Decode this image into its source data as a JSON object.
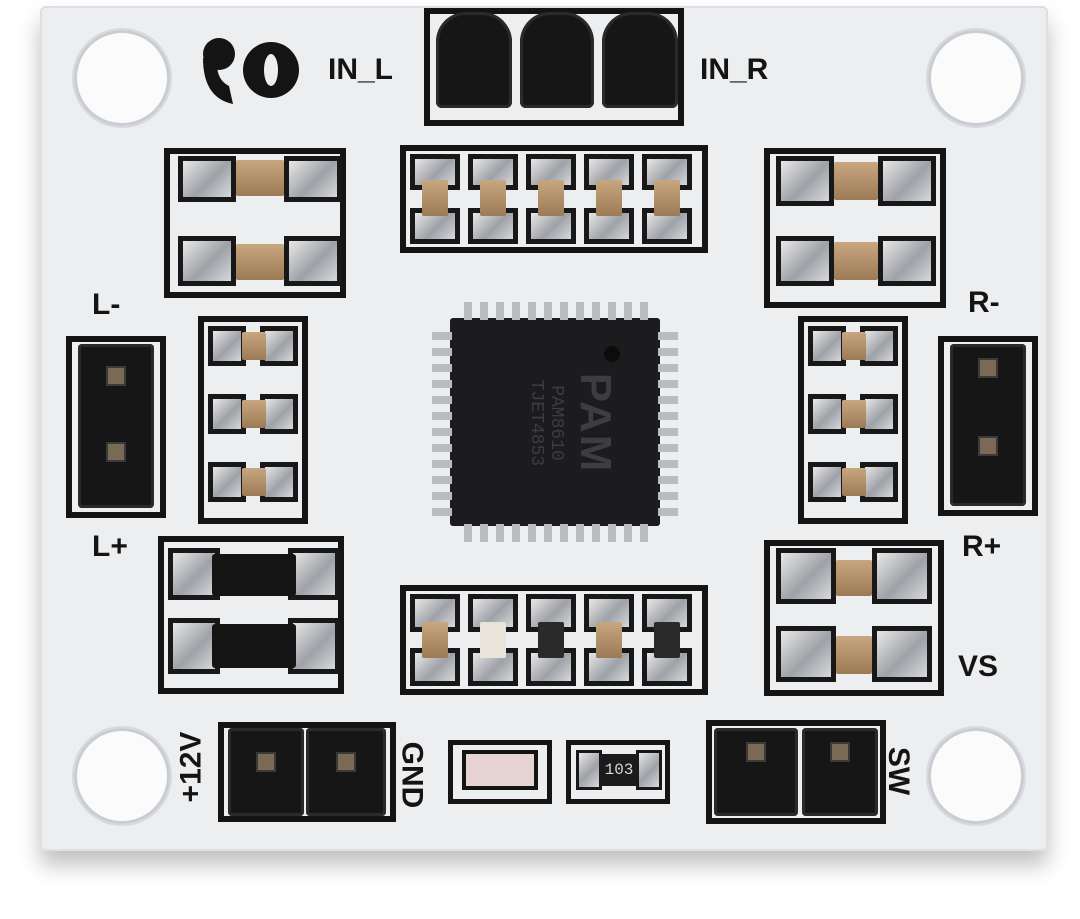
{
  "labels": {
    "in_l": "IN_L",
    "in_r": "IN_R",
    "l_minus": "L-",
    "l_plus": "L+",
    "r_minus": "R-",
    "r_plus": "R+",
    "vs": "VS",
    "v12": "+12V",
    "gnd": "GND",
    "sw": "SW"
  },
  "chip": {
    "marking_logo": "PAM",
    "marking_part": "PAM8610",
    "marking_lot": "TJET4853"
  },
  "resistor": {
    "code": "103"
  },
  "colors": {
    "board": "#eceef0",
    "silkscreen": "#141414",
    "chip": "#1c1c1e",
    "capacitor": "#b08d66"
  }
}
